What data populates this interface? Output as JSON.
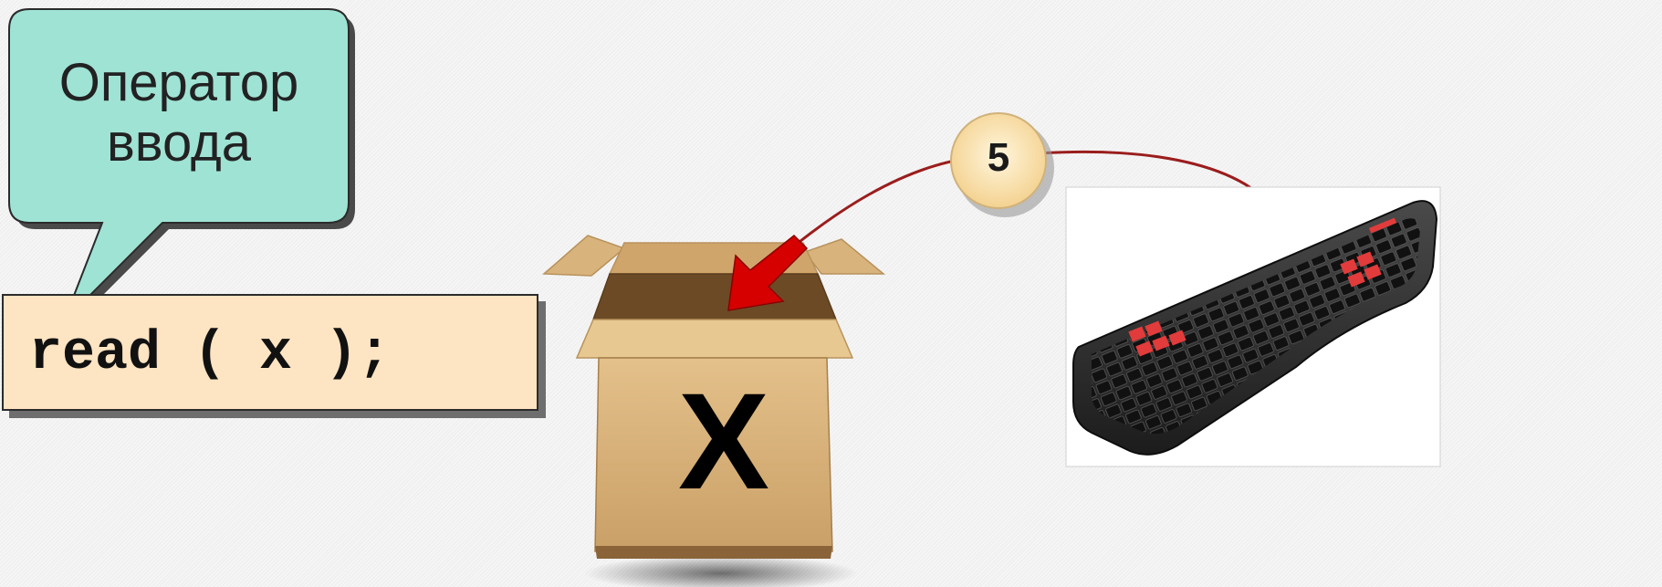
{
  "callout": {
    "line1": "Оператор",
    "line2": "ввода",
    "fill": "#9fe3d5"
  },
  "code": {
    "text": "read ( x );",
    "fill": "#fde4c2"
  },
  "value_circle": {
    "label": "5",
    "fill": "#fbe3b4"
  },
  "box": {
    "label": "X",
    "fill": "#d9b37c"
  },
  "arrow": {
    "color": "#d60000",
    "icon": "arrow-down-left-icon"
  },
  "keyboard": {
    "icon": "keyboard-icon",
    "body_color": "#2a2a2a",
    "accent_keys_color": "#e23b3b"
  },
  "cable": {
    "color": "#9b1d1d"
  }
}
